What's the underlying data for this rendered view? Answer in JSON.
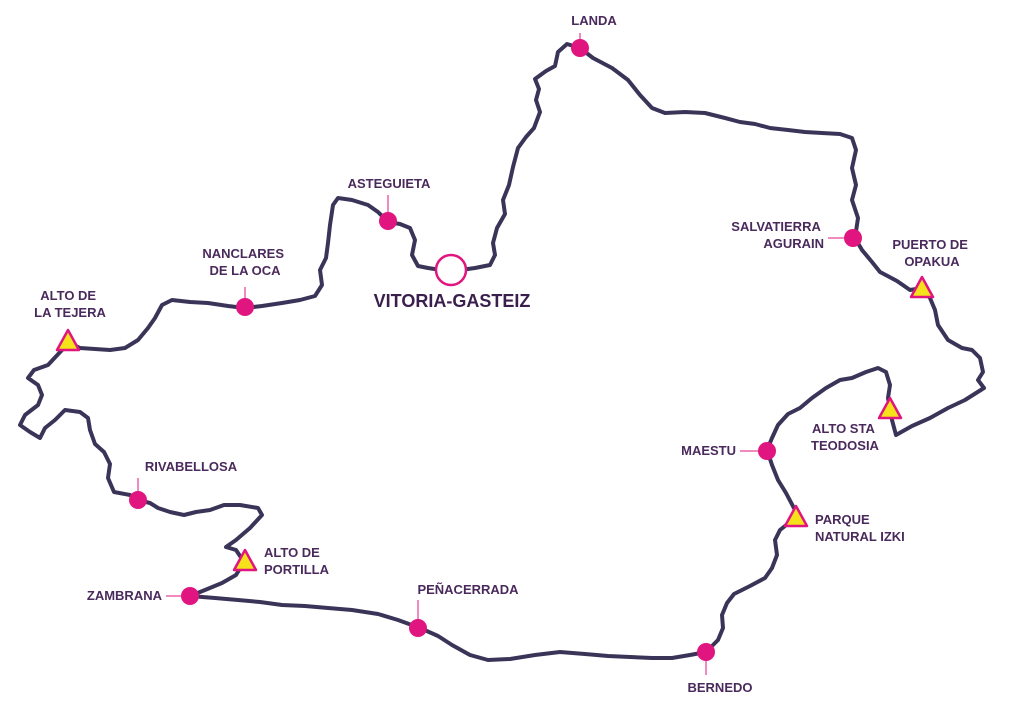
{
  "colors": {
    "route": "#3a3558",
    "town": "#e0157f",
    "climb_fill": "#f5e21b",
    "climb_stroke": "#e0157f",
    "label": "#4a2a5c",
    "start": "#e0157f"
  },
  "start": {
    "name": "VITORIA-GASTEIZ",
    "icon": "start-finish-circle"
  },
  "towns": [
    {
      "id": "landa",
      "name": "LANDA"
    },
    {
      "id": "asteguieta",
      "name": "ASTEGUIETA"
    },
    {
      "id": "nanclares",
      "name": [
        "NANCLARES",
        "DE LA OCA"
      ]
    },
    {
      "id": "salvatierra",
      "name": [
        "SALVATIERRA",
        "AGURAIN"
      ]
    },
    {
      "id": "maestu",
      "name": "MAESTU"
    },
    {
      "id": "rivabellosa",
      "name": "RIVABELLOSA"
    },
    {
      "id": "zambrana",
      "name": "ZAMBRANA"
    },
    {
      "id": "penacerrada",
      "name": "PEÑACERRADA"
    },
    {
      "id": "bernedo",
      "name": "BERNEDO"
    }
  ],
  "climbs": [
    {
      "id": "alto-tejera",
      "name": [
        "ALTO DE",
        "LA TEJERA"
      ]
    },
    {
      "id": "puerto-opakua",
      "name": [
        "PUERTO DE",
        "OPAKUA"
      ]
    },
    {
      "id": "alto-teodosia",
      "name": [
        "ALTO STA",
        "TEODOSIA"
      ]
    },
    {
      "id": "parque-izki",
      "name": [
        "PARQUE",
        "NATURAL IZKI"
      ]
    },
    {
      "id": "alto-portilla",
      "name": [
        "ALTO  DE",
        "PORTILLA"
      ]
    }
  ]
}
